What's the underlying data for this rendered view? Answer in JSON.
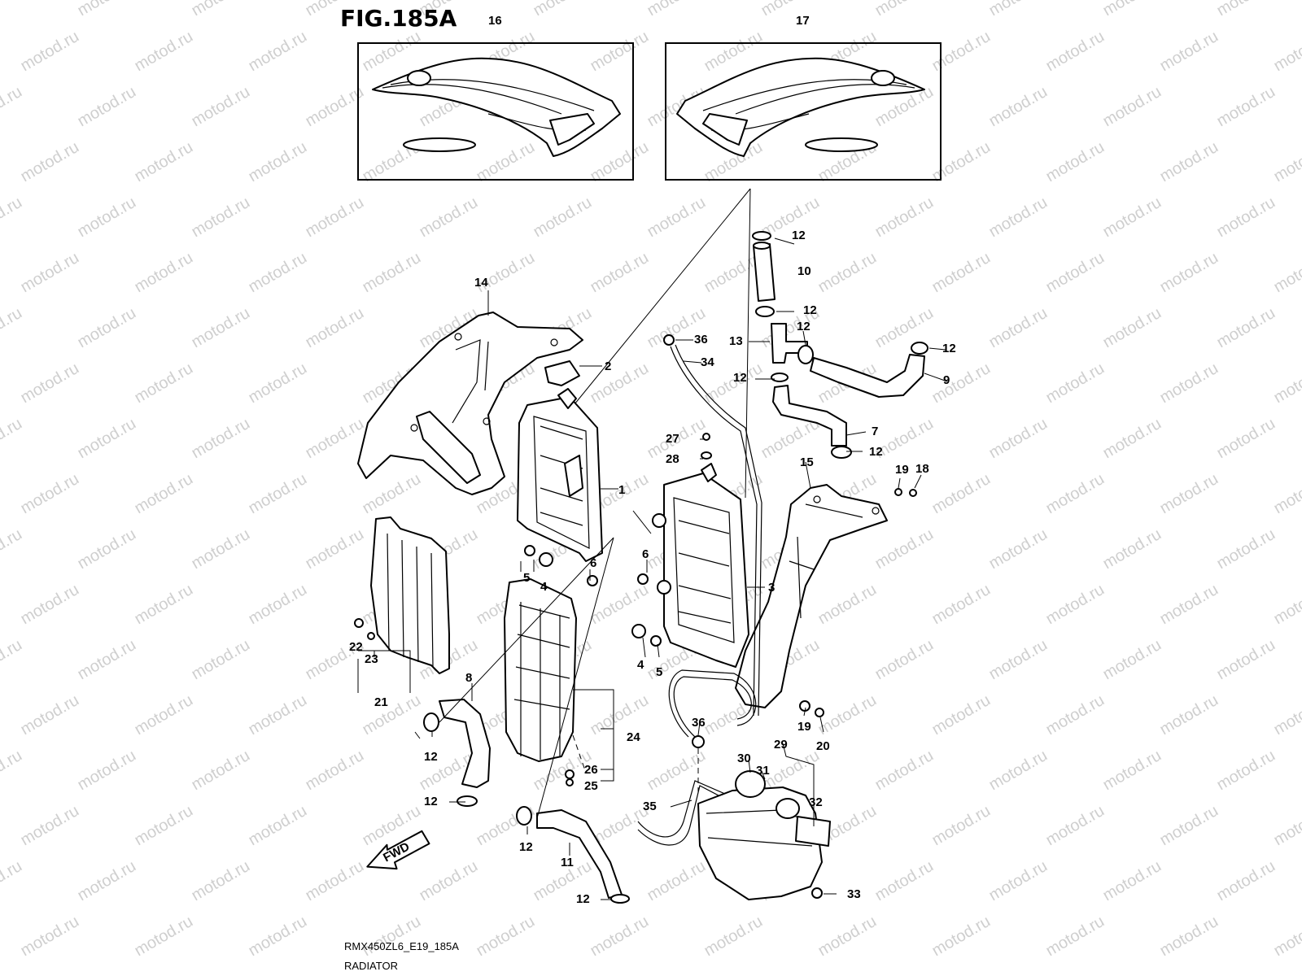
{
  "figure": {
    "title": "FIG.185A",
    "code": "RMX450ZL6_E19_185A",
    "name": "RADIATOR",
    "fwd_label": "FWD",
    "watermark": "motod.ru"
  },
  "callouts": [
    {
      "id": "c1",
      "label": "1"
    },
    {
      "id": "c2",
      "label": "2"
    },
    {
      "id": "c3",
      "label": "3"
    },
    {
      "id": "c4a",
      "label": "4"
    },
    {
      "id": "c4b",
      "label": "4"
    },
    {
      "id": "c5a",
      "label": "5"
    },
    {
      "id": "c5b",
      "label": "5"
    },
    {
      "id": "c6a",
      "label": "6"
    },
    {
      "id": "c6b",
      "label": "6"
    },
    {
      "id": "c7",
      "label": "7"
    },
    {
      "id": "c8",
      "label": "8"
    },
    {
      "id": "c9",
      "label": "9"
    },
    {
      "id": "c10",
      "label": "10"
    },
    {
      "id": "c11",
      "label": "11"
    },
    {
      "id": "c12a",
      "label": "12"
    },
    {
      "id": "c12b",
      "label": "12"
    },
    {
      "id": "c12c",
      "label": "12"
    },
    {
      "id": "c12d",
      "label": "12"
    },
    {
      "id": "c12e",
      "label": "12"
    },
    {
      "id": "c12f",
      "label": "12"
    },
    {
      "id": "c12g",
      "label": "12"
    },
    {
      "id": "c12h",
      "label": "12"
    },
    {
      "id": "c12i",
      "label": "12"
    },
    {
      "id": "c12j",
      "label": "12"
    },
    {
      "id": "c12k",
      "label": "12"
    },
    {
      "id": "c13",
      "label": "13"
    },
    {
      "id": "c14",
      "label": "14"
    },
    {
      "id": "c15",
      "label": "15"
    },
    {
      "id": "c16",
      "label": "16"
    },
    {
      "id": "c17",
      "label": "17"
    },
    {
      "id": "c18",
      "label": "18"
    },
    {
      "id": "c19a",
      "label": "19"
    },
    {
      "id": "c19b",
      "label": "19"
    },
    {
      "id": "c20",
      "label": "20"
    },
    {
      "id": "c21",
      "label": "21"
    },
    {
      "id": "c22",
      "label": "22"
    },
    {
      "id": "c23",
      "label": "23"
    },
    {
      "id": "c24",
      "label": "24"
    },
    {
      "id": "c25",
      "label": "25"
    },
    {
      "id": "c26",
      "label": "26"
    },
    {
      "id": "c27",
      "label": "27"
    },
    {
      "id": "c28",
      "label": "28"
    },
    {
      "id": "c29",
      "label": "29"
    },
    {
      "id": "c30",
      "label": "30"
    },
    {
      "id": "c31",
      "label": "31"
    },
    {
      "id": "c32",
      "label": "32"
    },
    {
      "id": "c33",
      "label": "33"
    },
    {
      "id": "c34",
      "label": "34"
    },
    {
      "id": "c35",
      "label": "35"
    },
    {
      "id": "c36a",
      "label": "36"
    },
    {
      "id": "c36b",
      "label": "36"
    }
  ]
}
